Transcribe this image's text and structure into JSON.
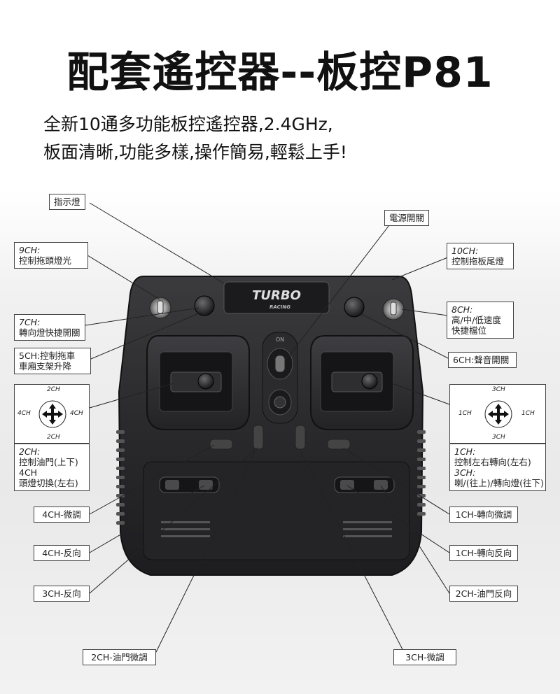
{
  "title": "配套遙控器--板控P81",
  "subtitle": [
    "全新10通多功能板控遙控器,2.4GHz,",
    "板面清晰,功能多樣,操作簡易,輕鬆上手!"
  ],
  "device": {
    "logo_main": "TURBO",
    "logo_sub": "RACING",
    "on_label": "ON"
  },
  "callouts": {
    "indicator": "指示燈",
    "power": "電源開關",
    "ch9_head": "9CH:",
    "ch9_desc": "控制拖頭燈光",
    "ch10_head": "10CH:",
    "ch10_desc": "控制拖板尾燈",
    "ch7_head": "7CH:",
    "ch7_desc": "轉向燈快捷開關",
    "ch8_head": "8CH:",
    "ch8_desc1": "高/中/低速度",
    "ch8_desc2": "快捷檔位",
    "ch5_line1": "5CH:控制拖車",
    "ch5_line2": "車廂支架升降",
    "ch6": "6CH:聲音開關",
    "left_desc_head": "2CH:",
    "left_desc1": "控制油門(上下)",
    "left_desc2": "4CH",
    "left_desc3": "頭燈切換(左右)",
    "right_desc_head": "1CH:",
    "right_desc1": "控制左右轉向(左右)",
    "right_desc2": "3CH:",
    "right_desc3": "喇/(往上)/轉向燈(往下)",
    "ch4_trim": "4CH-微調",
    "ch4_rev": "4CH-反向",
    "ch3_rev": "3CH-反向",
    "ch2_trim": "2CH-油門微調",
    "ch1_trim": "1CH-轉向微調",
    "ch1_rev": "1CH-轉向反向",
    "ch2_rev": "2CH-油門反向",
    "ch3_trim": "3CH-微調"
  },
  "left_stick": {
    "top": "2CH",
    "bottom": "2CH",
    "left": "4CH",
    "right": "4CH"
  },
  "right_stick": {
    "top": "3CH",
    "bottom": "3CH",
    "left": "1CH",
    "right": "1CH"
  }
}
